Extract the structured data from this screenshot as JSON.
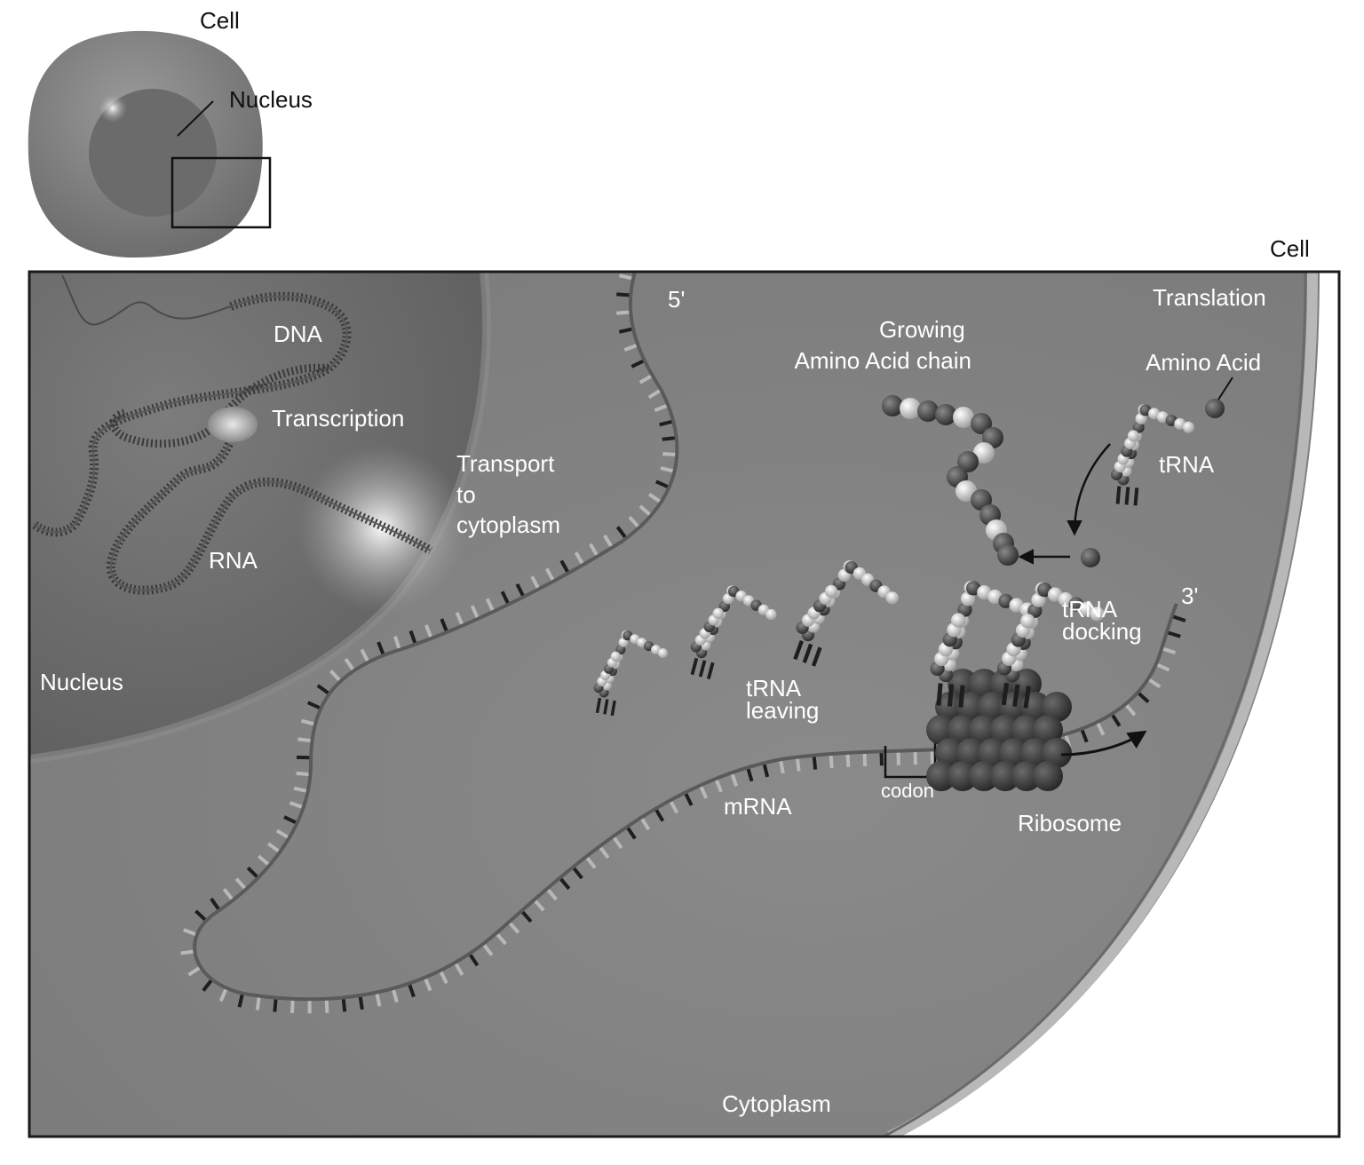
{
  "overview": {
    "cell_label": "Cell",
    "nucleus_label": "Nucleus"
  },
  "main": {
    "cell_label": "Cell",
    "translation_label": "Translation",
    "dna_label": "DNA",
    "transcription_label": "Transcription",
    "rna_label": "RNA",
    "transport_lines": [
      "Transport",
      "to",
      "cytoplasm"
    ],
    "nucleus_label": "Nucleus",
    "five_prime_label": "5'",
    "three_prime_label": "3'",
    "growing_chain_lines": [
      "Growing",
      "Amino Acid chain"
    ],
    "amino_acid_label": "Amino Acid",
    "trna_label": "tRNA",
    "trna_docking_lines": [
      "tRNA",
      "docking"
    ],
    "trna_leaving_lines": [
      "tRNA",
      "leaving"
    ],
    "mrna_label": "mRNA",
    "codon_label": "codon",
    "ribosome_label": "Ribosome",
    "cytoplasm_label": "Cytoplasm"
  },
  "colors": {
    "cytoplasm": "#838383",
    "nucleus": "#6e6e6e",
    "outer_cell": "#7a7a7a",
    "membrane": "#b5b5b5",
    "strand": "#5a5a5a",
    "rung_light": "#b8b8b8",
    "rung_dark": "#1e1e1e",
    "label": "#ffffff",
    "ribosome": "#3f3f3f"
  }
}
